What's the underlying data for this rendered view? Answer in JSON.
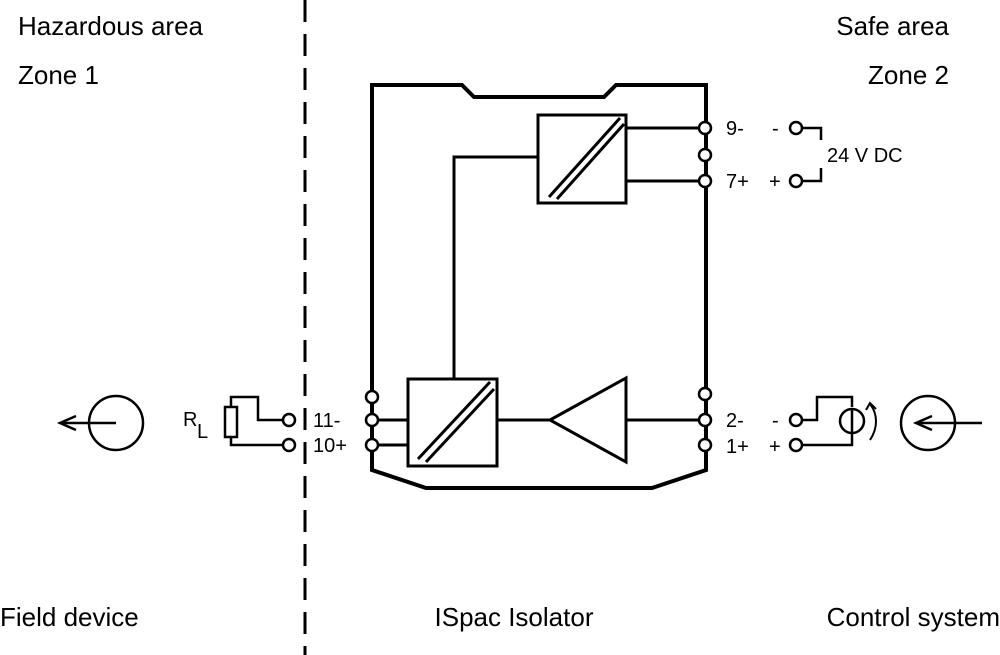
{
  "colors": {
    "line": "#000000",
    "background": "#ffffff"
  },
  "areas": {
    "left_title": "Hazardous area",
    "left_zone": "Zone 1",
    "right_title": "Safe area",
    "right_zone": "Zone 2"
  },
  "captions": {
    "field_device": "Field device",
    "isolator": "ISpac Isolator",
    "control_system": "Control system"
  },
  "supply": {
    "terminal_neg": "9-",
    "terminal_pos": "7+",
    "sign_neg": "-",
    "sign_pos": "+",
    "label": "24 V DC"
  },
  "hazardous_terminals": {
    "neg": "11-",
    "pos": "10+"
  },
  "safe_terminals": {
    "neg": "2-",
    "pos": "1+",
    "sign_neg": "-",
    "sign_pos": "+"
  },
  "load": {
    "symbol": "R",
    "subscript": "L"
  },
  "icons": {
    "converter": "isolation-converter-icon",
    "amplifier": "amplifier-triangle-icon",
    "current_source": "current-source-icon",
    "resistor": "resistor-icon",
    "terminal": "terminal-circle-icon"
  }
}
